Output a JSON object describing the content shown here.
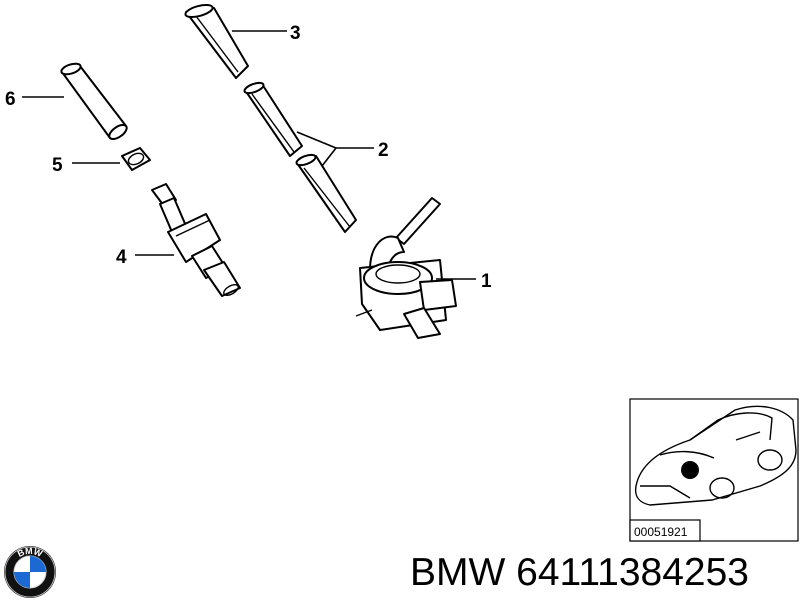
{
  "callouts": {
    "c1": "1",
    "c2": "2",
    "c3": "3",
    "c4": "4",
    "c5": "5",
    "c6": "6"
  },
  "inset": {
    "code": "00051921"
  },
  "caption": {
    "brand": "BMW",
    "part_number": "64111384253",
    "logo_letters": "BMW"
  },
  "colors": {
    "line": "#000000",
    "logo_blue": "#1c69d4",
    "logo_ring": "#111111"
  },
  "icons": {
    "logo": "bmw-roundel-logo",
    "locator": "car-location-dot"
  }
}
